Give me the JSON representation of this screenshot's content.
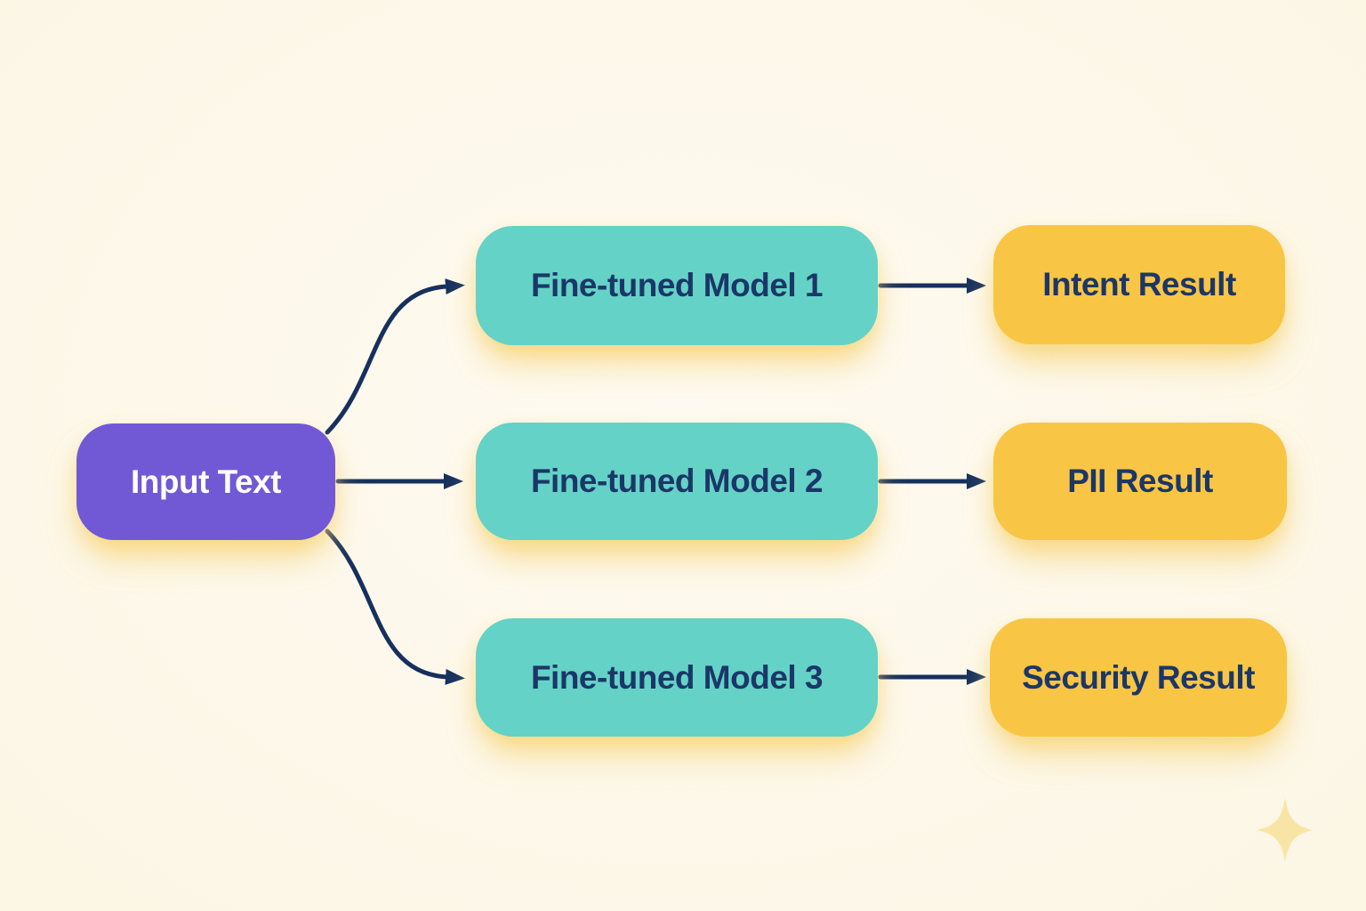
{
  "diagram": {
    "nodes": {
      "input": {
        "label": "Input Text",
        "role": "source"
      },
      "model1": {
        "label": "Fine-tuned Model 1",
        "role": "process"
      },
      "model2": {
        "label": "Fine-tuned Model 2",
        "role": "process"
      },
      "model3": {
        "label": "Fine-tuned Model 3",
        "role": "process"
      },
      "result1": {
        "label": "Intent Result",
        "role": "output"
      },
      "result2": {
        "label": "PII Result",
        "role": "output"
      },
      "result3": {
        "label": "Security Result",
        "role": "output"
      }
    },
    "edges": [
      {
        "from": "input",
        "to": "model1"
      },
      {
        "from": "input",
        "to": "model2"
      },
      {
        "from": "input",
        "to": "model3"
      },
      {
        "from": "model1",
        "to": "result1"
      },
      {
        "from": "model2",
        "to": "result2"
      },
      {
        "from": "model3",
        "to": "result3"
      }
    ],
    "colors": {
      "background": "#FCF7E8",
      "input_fill": "#7159D6",
      "model_fill": "#64D2C6",
      "result_fill": "#F9C544",
      "arrow": "#16305E",
      "text_dark": "#1B3768",
      "text_light": "#FFFFFF",
      "sparkle": "#F8E5A6"
    }
  }
}
